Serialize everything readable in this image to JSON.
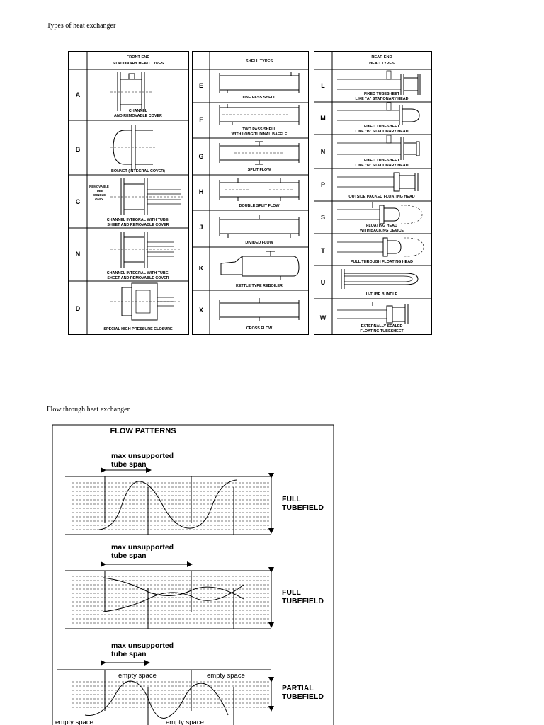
{
  "captions": {
    "types": "Types of heat exchanger",
    "flow": "Flow through heat exchanger"
  },
  "front_end": {
    "header_line1": "FRONT END",
    "header_line2": "STATIONARY HEAD TYPES",
    "rows": [
      {
        "letter": "A",
        "line1": "CHANNEL",
        "line2": "AND REMOVABLE COVER"
      },
      {
        "letter": "B",
        "line1": "BONNET (INTEGRAL COVER)",
        "line2": ""
      },
      {
        "letter": "C",
        "line1": "CHANNEL INTEGRAL WITH TUBE-",
        "line2": "SHEET AND REMOVABLE COVER",
        "note1": "REMOVABLE",
        "note2": "TUBE",
        "note3": "BUNDLE",
        "note4": "ONLY"
      },
      {
        "letter": "N",
        "line1": "CHANNEL INTEGRAL WITH TUBE-",
        "line2": "SHEET AND REMOVABLE COVER"
      },
      {
        "letter": "D",
        "line1": "SPECIAL HIGH PRESSURE CLOSURE",
        "line2": ""
      }
    ]
  },
  "shell": {
    "header": "SHELL TYPES",
    "rows": [
      {
        "letter": "E",
        "line1": "ONE PASS SHELL",
        "line2": ""
      },
      {
        "letter": "F",
        "line1": "TWO PASS SHELL",
        "line2": "WITH LONGITUDINAL BAFFLE"
      },
      {
        "letter": "G",
        "line1": "SPLIT FLOW",
        "line2": ""
      },
      {
        "letter": "H",
        "line1": "DOUBLE SPLIT FLOW",
        "line2": ""
      },
      {
        "letter": "J",
        "line1": "DIVIDED FLOW",
        "line2": ""
      },
      {
        "letter": "K",
        "line1": "KETTLE TYPE REBOILER",
        "line2": ""
      },
      {
        "letter": "X",
        "line1": "CROSS FLOW",
        "line2": ""
      }
    ]
  },
  "rear_end": {
    "header_line1": "REAR END",
    "header_line2": "HEAD TYPES",
    "rows": [
      {
        "letter": "L",
        "line1": "FIXED TUBESHEET",
        "line2": "LIKE \"A\" STATIONARY HEAD"
      },
      {
        "letter": "M",
        "line1": "FIXED TUBESHEET",
        "line2": "LIKE \"B\" STATIONARY HEAD"
      },
      {
        "letter": "N",
        "line1": "FIXED TUBESHEET",
        "line2": "LIKE \"N\" STATIONARY HEAD"
      },
      {
        "letter": "P",
        "line1": "OUTSIDE PACKED FLOATING HEAD",
        "line2": ""
      },
      {
        "letter": "S",
        "line1": "FLOATING HEAD",
        "line2": "WITH BACKING DEVICE"
      },
      {
        "letter": "T",
        "line1": "PULL THROUGH FLOATING HEAD",
        "line2": ""
      },
      {
        "letter": "U",
        "line1": "U-TUBE BUNDLE",
        "line2": ""
      },
      {
        "letter": "W",
        "line1": "EXTERNALLY SEALED",
        "line2": "FLOATING TUBESHEET"
      }
    ]
  },
  "flow_patterns": {
    "title": "FLOW PATTERNS",
    "span_line1": "max unsupported",
    "span_line2": "tube span",
    "panels": [
      {
        "label1": "FULL",
        "label2": "TUBEFIELD"
      },
      {
        "label1": "FULL",
        "label2": "TUBEFIELD"
      },
      {
        "label1": "PARTIAL",
        "label2": "TUBEFIELD"
      }
    ],
    "empty_space": "empty space"
  }
}
